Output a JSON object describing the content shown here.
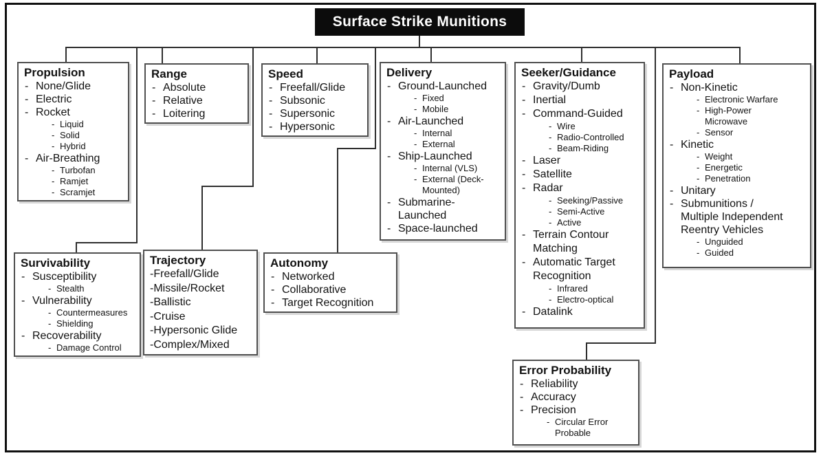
{
  "title": {
    "label": "Surface Strike Munitions"
  },
  "colors": {
    "banner_bg": "#0c0c0c",
    "banner_text": "#ffffff",
    "line": "#2e2e2e",
    "box_border": "#4f4f4f"
  },
  "boxes": [
    {
      "id": "propulsion",
      "title": "Propulsion",
      "items": [
        {
          "label": "None/Glide"
        },
        {
          "label": "Electric"
        },
        {
          "label": "Rocket",
          "children": [
            "Liquid",
            "Solid",
            "Hybrid"
          ]
        },
        {
          "label": "Air-Breathing",
          "children": [
            "Turbofan",
            "Ramjet",
            "Scramjet"
          ]
        }
      ]
    },
    {
      "id": "range",
      "title": "Range",
      "items": [
        {
          "label": "Absolute"
        },
        {
          "label": "Relative"
        },
        {
          "label": "Loitering"
        }
      ]
    },
    {
      "id": "speed",
      "title": "Speed",
      "items": [
        {
          "label": "Freefall/Glide"
        },
        {
          "label": "Subsonic"
        },
        {
          "label": "Supersonic"
        },
        {
          "label": "Hypersonic"
        }
      ]
    },
    {
      "id": "delivery",
      "title": "Delivery",
      "items": [
        {
          "label": "Ground-Launched",
          "children": [
            "Fixed",
            "Mobile"
          ]
        },
        {
          "label": "Air-Launched",
          "children": [
            "Internal",
            "External"
          ]
        },
        {
          "label": "Ship-Launched",
          "children": [
            "Internal (VLS)",
            "External (Deck-Mounted)"
          ]
        },
        {
          "label": "Submarine-Launched"
        },
        {
          "label": "Space-launched"
        }
      ]
    },
    {
      "id": "seeker",
      "title": "Seeker/Guidance",
      "items": [
        {
          "label": "Gravity/Dumb"
        },
        {
          "label": "Inertial"
        },
        {
          "label": "Command-Guided",
          "children": [
            "Wire",
            "Radio-Controlled",
            "Beam-Riding"
          ]
        },
        {
          "label": "Laser"
        },
        {
          "label": "Satellite"
        },
        {
          "label": "Radar",
          "children": [
            "Seeking/Passive",
            "Semi-Active",
            "Active"
          ]
        },
        {
          "label": "Terrain Contour Matching"
        },
        {
          "label": "Automatic Target Recognition",
          "children": [
            "Infrared",
            "Electro-optical"
          ]
        },
        {
          "label": "Datalink"
        }
      ]
    },
    {
      "id": "payload",
      "title": "Payload",
      "items": [
        {
          "label": "Non-Kinetic",
          "children": [
            "Electronic Warfare",
            "High-Power Microwave",
            "Sensor"
          ]
        },
        {
          "label": "Kinetic",
          "children": [
            "Weight",
            "Energetic",
            "Penetration"
          ]
        },
        {
          "label": "Unitary"
        },
        {
          "label": "Submunitions / Multiple Independent Reentry Vehicles",
          "children": [
            "Unguided",
            "Guided"
          ]
        }
      ]
    },
    {
      "id": "survivability",
      "title": "Survivability",
      "items": [
        {
          "label": "Susceptibility",
          "children": [
            "Stealth"
          ]
        },
        {
          "label": "Vulnerability",
          "children": [
            "Countermeasures",
            "Shielding"
          ]
        },
        {
          "label": "Recoverability",
          "children": [
            "Damage Control"
          ]
        }
      ]
    },
    {
      "id": "trajectory",
      "title": "Trajectory",
      "style": "flush",
      "items": [
        {
          "label": "Freefall/Glide"
        },
        {
          "label": "Missile/Rocket"
        },
        {
          "label": "Ballistic"
        },
        {
          "label": "Cruise"
        },
        {
          "label": "Hypersonic Glide"
        },
        {
          "label": "Complex/Mixed"
        }
      ]
    },
    {
      "id": "autonomy",
      "title": "Autonomy",
      "items": [
        {
          "label": "Networked"
        },
        {
          "label": "Collaborative"
        },
        {
          "label": "Target Recognition"
        }
      ]
    },
    {
      "id": "error_probability",
      "title": "Error Probability",
      "items": [
        {
          "label": "Reliability"
        },
        {
          "label": "Accuracy"
        },
        {
          "label": "Precision",
          "children": [
            "Circular Error Probable"
          ]
        }
      ]
    }
  ]
}
